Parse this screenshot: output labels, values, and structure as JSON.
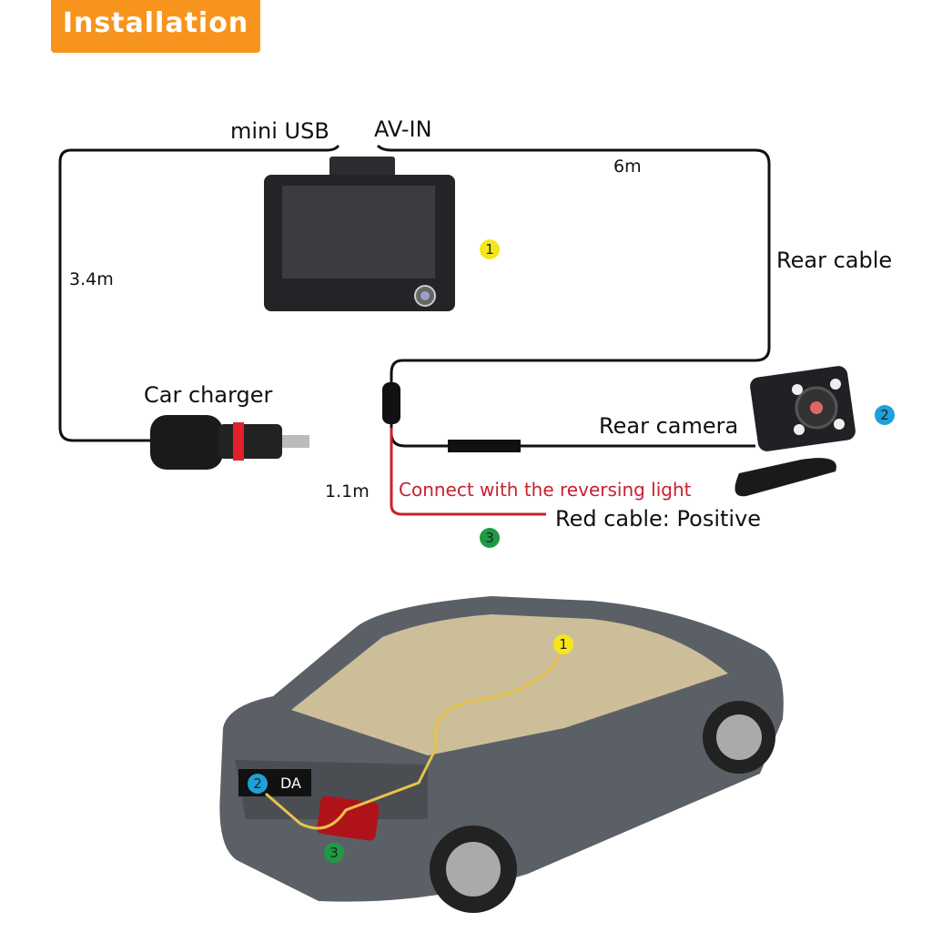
{
  "header": {
    "title": "Installation"
  },
  "diagram": {
    "labels": {
      "mini_usb": "mini USB",
      "av_in": "AV-IN",
      "cable_6m": "6m",
      "rear_cable": "Rear cable",
      "cable_3_4m": "3.4m",
      "car_charger": "Car charger",
      "rear_camera": "Rear camera",
      "cable_1_1m": "1.1m",
      "reversing_light": "Connect with the reversing light",
      "red_cable": "Red cable: Positive"
    },
    "markers": [
      {
        "num": "1",
        "color": "#f5e61c"
      },
      {
        "num": "2",
        "color": "#1ea0d8"
      },
      {
        "num": "3",
        "color": "#1e9a45"
      }
    ]
  },
  "car_view": {
    "plate_text": "DA"
  }
}
